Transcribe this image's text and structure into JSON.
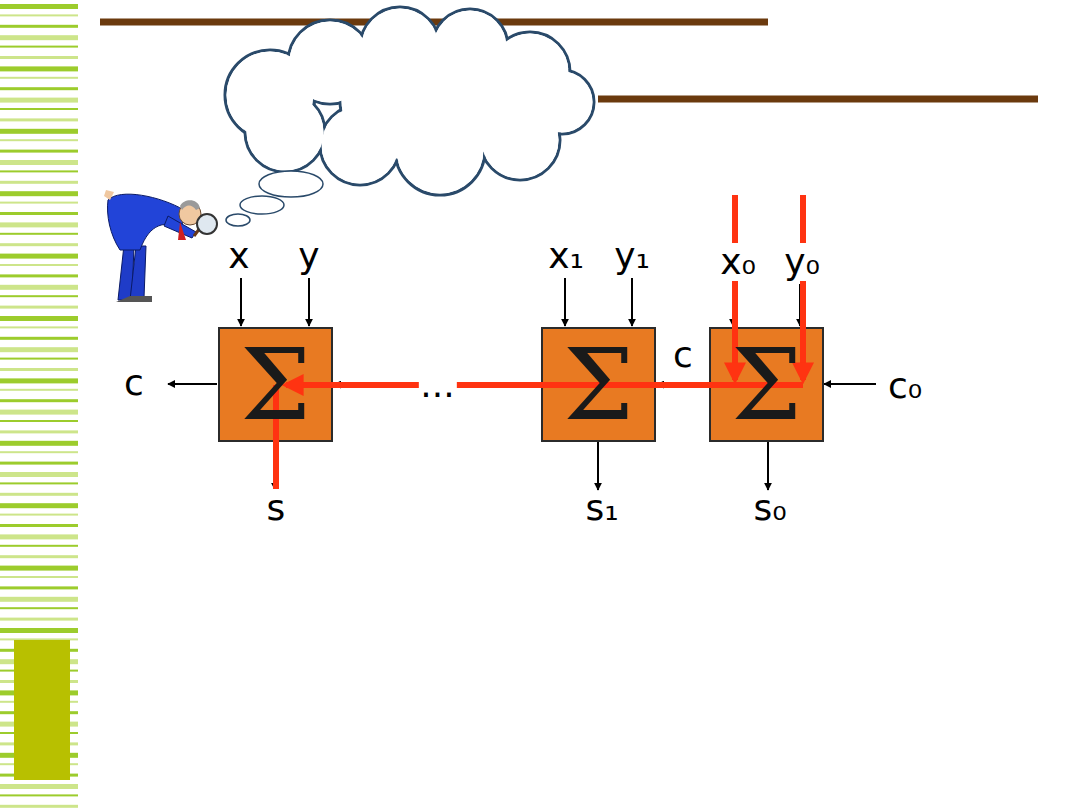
{
  "diagram": {
    "nodes": [
      {
        "text": [
          "Σ"
        ]
      },
      {
        "text": [
          "Σ"
        ]
      },
      {
        "text": [
          "Σ"
        ]
      }
    ],
    "edges": [
      {
        "from": 2,
        "to": 1,
        "arrow": "to",
        "label": "c"
      },
      {
        "from": 1,
        "to": 0,
        "arrow": "to",
        "label": "..."
      }
    ],
    "labels": [
      "x",
      "y",
      "x₁",
      "y₁",
      "x₀",
      "y₀",
      "c",
      "c₀",
      "s",
      "s₁",
      "s₀"
    ]
  }
}
